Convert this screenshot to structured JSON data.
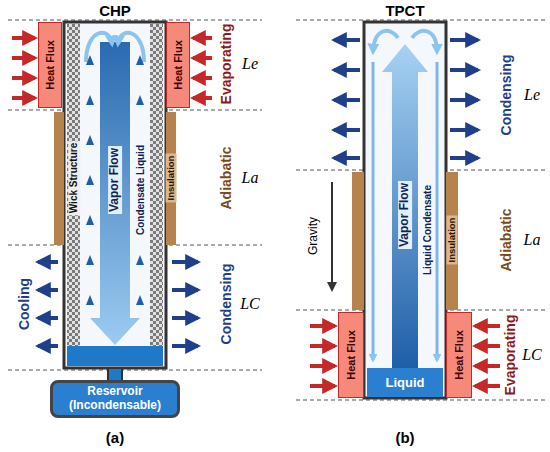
{
  "diagram": {
    "nodes": [
      {
        "text": [
          "Heat Flux"
        ]
      },
      {
        "text": [
          "Heat Flux"
        ]
      },
      {
        "text": [
          "Reservoir (Incondensable)"
        ]
      },
      {
        "text": [
          "Heat Flux"
        ]
      },
      {
        "text": [
          "Heat Flux"
        ]
      },
      {
        "text": [
          "Liquid"
        ]
      }
    ],
    "labels": [
      "CHP",
      "Le",
      "Evaporating",
      "Wick Structure",
      "Vapor Flow",
      "Condensate Liquid",
      "Insulation",
      "Adiabatic",
      "La",
      "Cooling",
      "Condensing",
      "LC",
      "(a)",
      "TPCT",
      "Condensing",
      "Le",
      "Gravity",
      "Vapor Flow",
      "Liquid Condensate",
      "Insulation",
      "Adiabatic",
      "La",
      "Evaporating",
      "LC",
      "(b)"
    ]
  }
}
